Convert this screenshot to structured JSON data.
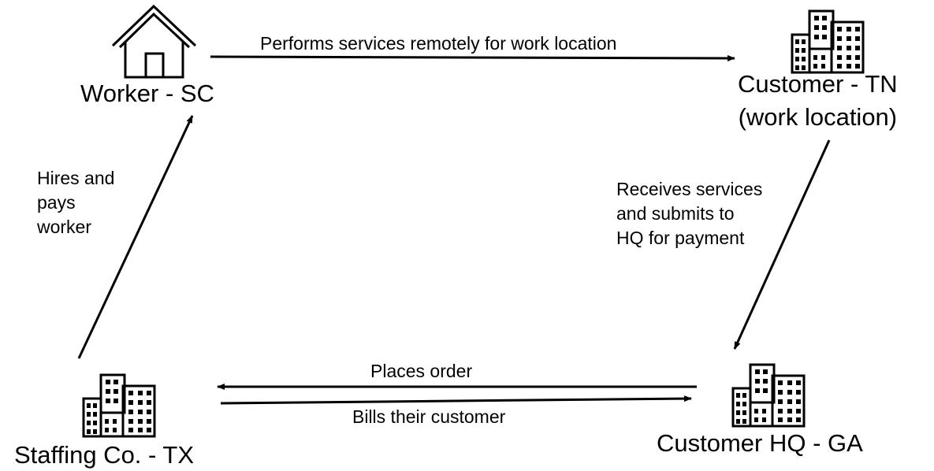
{
  "nodes": {
    "worker": {
      "label": "Worker - SC",
      "icon": "house-icon"
    },
    "customer_tn": {
      "label_line1": "Customer - TN",
      "label_line2": "(work location)",
      "icon": "office-buildings-icon"
    },
    "customer_hq": {
      "label": "Customer HQ - GA",
      "icon": "office-buildings-icon"
    },
    "staffing": {
      "label": "Staffing Co. - TX",
      "icon": "office-buildings-icon"
    }
  },
  "edges": {
    "performs": {
      "label": "Performs services remotely for work location"
    },
    "receives": {
      "line1": "Receives services",
      "line2": "and submits to",
      "line3": "HQ for payment"
    },
    "places_order": {
      "label": "Places order"
    },
    "bills": {
      "label": "Bills their customer"
    },
    "hires": {
      "line1": "Hires and",
      "line2": "pays",
      "line3": "worker"
    }
  },
  "colors": {
    "stroke": "#000000",
    "background": "#ffffff"
  }
}
